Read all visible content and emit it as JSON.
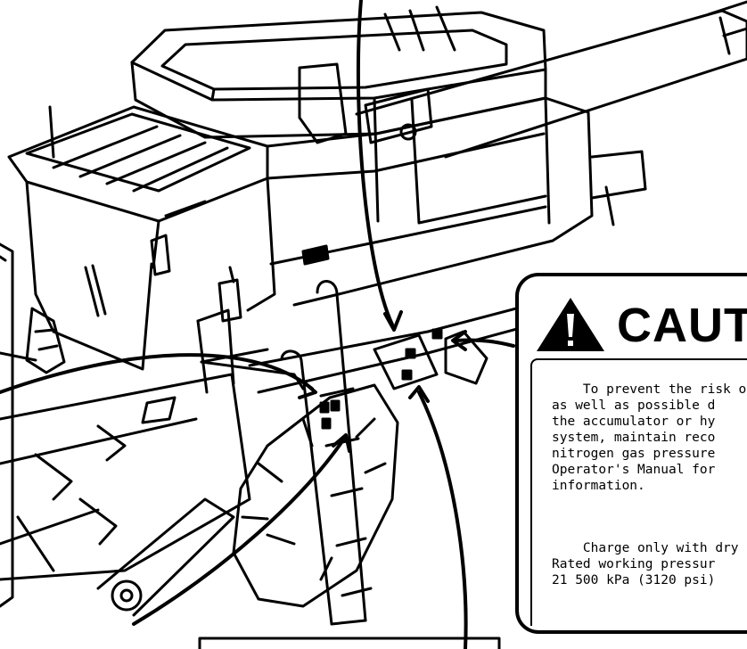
{
  "caution": {
    "heading": "CAUT",
    "para1": "To prevent the risk o\nas well as possible d\nthe accumulator or hy\nsystem, maintain reco\nnitrogen gas pressure\nOperator's Manual for\ninformation.",
    "para2": "Charge only with dry\nRated working pressur\n21 500 kPa (3120 psi)"
  },
  "icons": {
    "warning": "warning-triangle-icon"
  }
}
